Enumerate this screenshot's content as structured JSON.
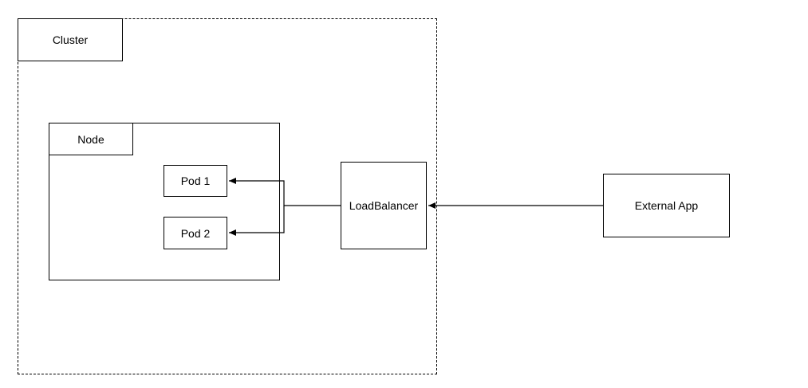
{
  "diagram": {
    "cluster": {
      "label": "Cluster"
    },
    "node": {
      "label": "Node"
    },
    "pods": [
      {
        "label": "Pod 1"
      },
      {
        "label": "Pod 2"
      }
    ],
    "load_balancer": {
      "label": "LoadBalancer"
    },
    "external_app": {
      "label": "External App"
    },
    "edges": [
      {
        "from": "External App",
        "to": "LoadBalancer"
      },
      {
        "from": "LoadBalancer",
        "to": "Pod 1"
      },
      {
        "from": "LoadBalancer",
        "to": "Pod 2"
      }
    ]
  }
}
